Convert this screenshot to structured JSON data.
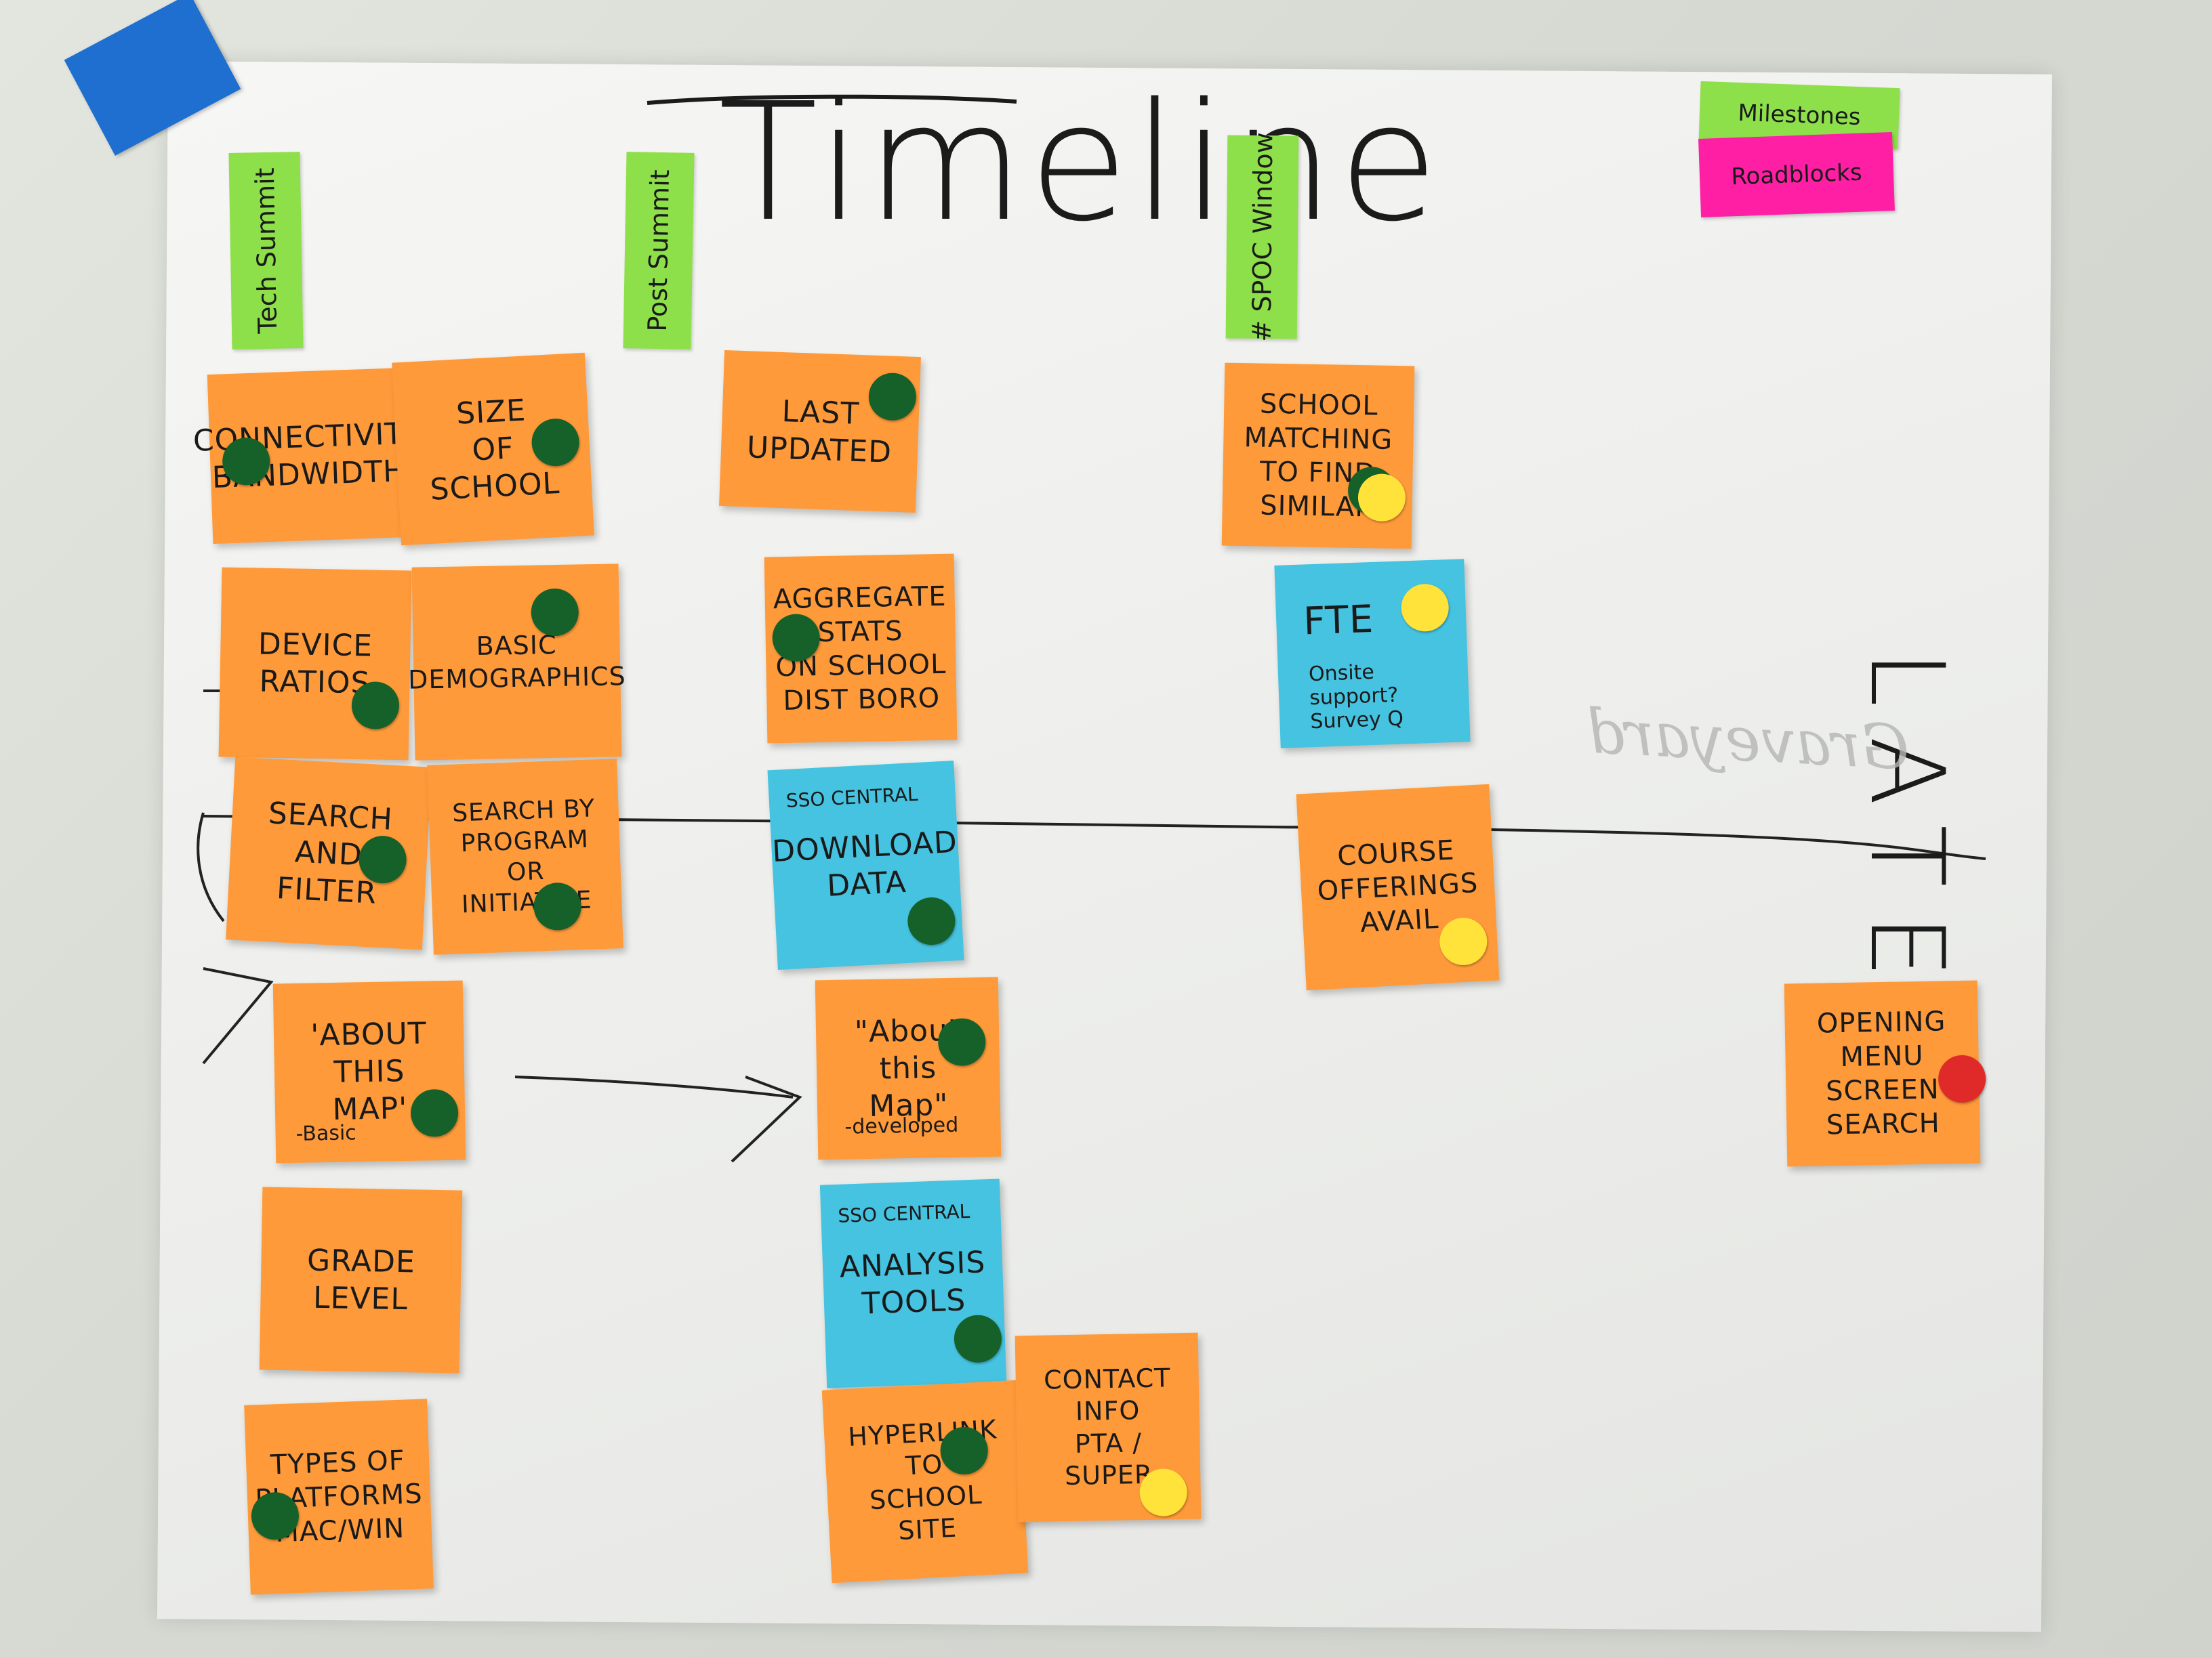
{
  "board": {
    "title": "Timeline",
    "later_label": "LATER",
    "mirrored_text": "Graveyard"
  },
  "legend": {
    "milestones": "Milestones",
    "roadblocks": "Roadblocks",
    "milestone_color": "#8ee04a",
    "roadblock_color": "#ff1fa5"
  },
  "milestones": [
    {
      "label": "Tech Summit"
    },
    {
      "label": "Post Summit"
    },
    {
      "label": "# SPOC Window"
    }
  ],
  "notes": [
    {
      "text": "CONNECTIVITY\nBANDWIDTH",
      "color": "orange",
      "dot": "green"
    },
    {
      "text": "SIZE\nOF\nSCHOOL",
      "color": "orange",
      "dot": "green"
    },
    {
      "text": "LAST\nUPDATED",
      "color": "orange",
      "dot": "green"
    },
    {
      "text": "SCHOOL\nMATCHING\nTO FIND\nSIMILAR",
      "color": "orange",
      "dot": "green+yellow"
    },
    {
      "text": "DEVICE\nRATIOS",
      "color": "orange",
      "dot": "green"
    },
    {
      "text": "BASIC\nDEMOGRAPHICS",
      "color": "orange",
      "dot": "green"
    },
    {
      "text": "AGGREGATE\nSTATS\nON SCHOOL\nDIST BORO",
      "color": "orange",
      "dot": "green"
    },
    {
      "text": "FTE",
      "sub": "Onsite support?\nSurvey Q",
      "color": "blue",
      "dot": "yellow"
    },
    {
      "text": "SEARCH\nAND\nFILTER",
      "color": "orange",
      "dot": "green"
    },
    {
      "text": "SEARCH BY\nPROGRAM\nOR INITIATIVE",
      "color": "orange",
      "dot": "green"
    },
    {
      "text": "DOWNLOAD\nDATA",
      "header": "SSO CENTRAL",
      "color": "blue",
      "dot": "green"
    },
    {
      "text": "COURSE\nOFFERINGS\nAVAIL",
      "color": "orange",
      "dot": "yellow"
    },
    {
      "text": "'ABOUT\nTHIS\nMAP'",
      "sub": "-Basic",
      "color": "orange",
      "dot": "green"
    },
    {
      "text": "\"About\nthis\nMap\"",
      "sub": "-developed",
      "color": "orange",
      "dot": "green"
    },
    {
      "text": "OPENING\nMENU\nSCREEN\nSEARCH",
      "color": "orange",
      "dot": "red"
    },
    {
      "text": "GRADE\nLEVEL",
      "color": "orange",
      "dot": "none"
    },
    {
      "text": "ANALYSIS\nTOOLS",
      "header": "SSO CENTRAL",
      "color": "blue",
      "dot": "green"
    },
    {
      "text": "TYPES OF\nPLATFORMS\nMAC/WIN",
      "color": "orange",
      "dot": "green"
    },
    {
      "text": "HYPERLINK\nTO\nSCHOOL SITE",
      "color": "orange",
      "dot": "green"
    },
    {
      "text": "CONTACT\nINFO\nPTA / SUPER",
      "color": "orange",
      "dot": "yellow"
    }
  ]
}
